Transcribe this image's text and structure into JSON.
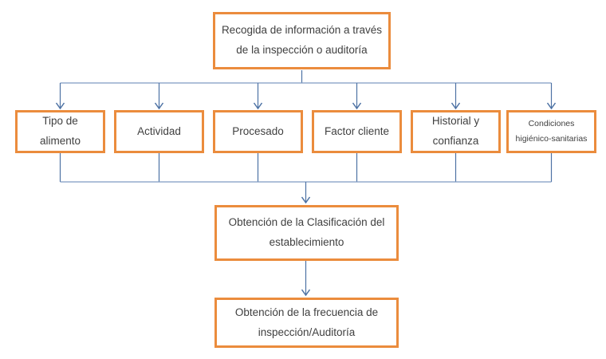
{
  "diagram": {
    "type": "flowchart",
    "colors": {
      "box_border": "#EB8C3D",
      "box_fill": "#FFFFFF",
      "box_text": "#404040",
      "connector": "#4D72A4",
      "connector_light": "#7F9AC2"
    },
    "nodes": {
      "source": {
        "label": "Recogida de información a través\nde la inspección o auditoría"
      },
      "factors": [
        {
          "label": "Tipo de\nalimento"
        },
        {
          "label": "Actividad"
        },
        {
          "label": "Procesado"
        },
        {
          "label": "Factor cliente"
        },
        {
          "label": "Historial y\nconfianza"
        },
        {
          "label": "Condiciones\nhigiénico-sanitarias"
        }
      ],
      "classification": {
        "label": "Obtención de la Clasificación del\nestablecimiento"
      },
      "frequency": {
        "label": "Obtención de la frecuencia de\ninspección/Auditoría"
      }
    }
  }
}
